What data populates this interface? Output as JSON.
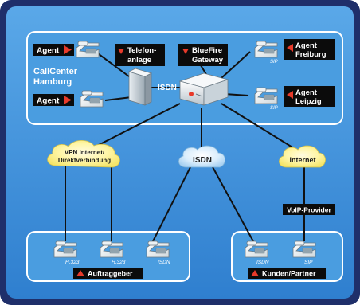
{
  "top_region": {
    "name": "CallCenter\nHamburg",
    "line1": "CallCenter",
    "line2": "Hamburg"
  },
  "labels": {
    "agent_1": "Agent",
    "agent_2": "Agent",
    "telefonanlage_1": "Telefon-",
    "telefonanlage_2": "anlage",
    "bluefire_1": "BlueFire",
    "bluefire_2": "Gateway",
    "agent_freiburg_1": "Agent",
    "agent_freiburg_2": "Freiburg",
    "agent_leipzig_1": "Agent",
    "agent_leipzig_2": "Leipzig",
    "isdn_link": "ISDN",
    "sip_freiburg": "SIP",
    "sip_leipzig": "SIP"
  },
  "clouds": {
    "vpn_1": "VPN Internet/",
    "vpn_2": "Direktverbindung",
    "isdn": "ISDN",
    "internet": "Internet"
  },
  "voip_provider": "VoIP-Provider",
  "bottom_left": {
    "phone_labels": [
      "H.323",
      "H.323",
      "ISDN"
    ],
    "badge": "Auftraggeber"
  },
  "bottom_right": {
    "phone_labels": [
      "ISDN",
      "SIP"
    ],
    "badge": "Kunden/Partner"
  },
  "colors": {
    "frame": "#2a3d80",
    "background": "#3b8fd6",
    "box_fill": "#4a9de0",
    "box_stroke": "#ffffff",
    "line": "#1a1a1a",
    "label_bg": "#0b0b0b",
    "accent_red": "#e83a2a",
    "cloud": "#ffef7a"
  }
}
